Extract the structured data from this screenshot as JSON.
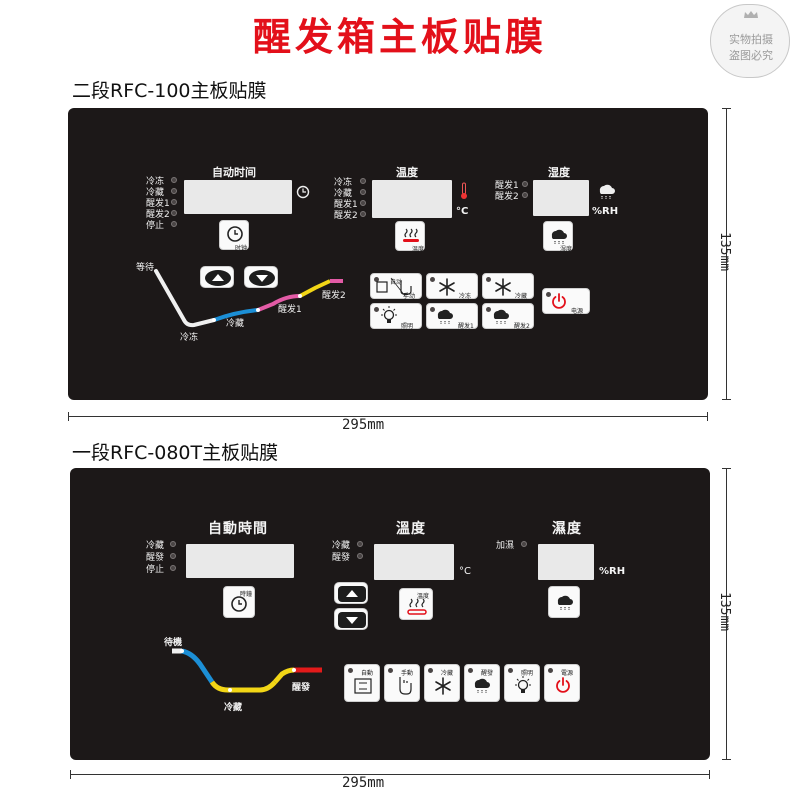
{
  "title": "醒发箱主板贴膜",
  "stamp": {
    "line1": "实物拍摄",
    "line2": "盗图必究"
  },
  "panel1": {
    "section_title": "二段RFC-100主板贴膜",
    "width_label": "295mm",
    "height_label": "135mm",
    "time_header": "自动时间",
    "status_leds": [
      "冷冻",
      "冷藏",
      "醒发1",
      "醒发2",
      "停止"
    ],
    "temp_header": "温度",
    "temp_leds": [
      "冷冻",
      "冷藏",
      "醒发1",
      "醒发2"
    ],
    "temp_unit": "°C",
    "humid_header": "湿度",
    "humid_leds": [
      "醒发1",
      "醒发2"
    ],
    "humid_unit": "%RH",
    "clock_key_label": "时钟",
    "heat_key_label": "温度",
    "humid_key_label": "湿度",
    "function_keys": [
      {
        "label": "自动",
        "sub": "手动",
        "icon": "auto-manual-icon"
      },
      {
        "label": "冷冻",
        "icon": "snowflake-icon"
      },
      {
        "label": "冷藏",
        "icon": "snowflake-icon"
      },
      {
        "label": "照明",
        "icon": "light-bulb-icon"
      },
      {
        "label": "醒发1",
        "icon": "steam-cloud-icon"
      },
      {
        "label": "醒发2",
        "icon": "steam-cloud-icon"
      }
    ],
    "power_label": "电源",
    "path_labels": {
      "standby": "等待",
      "freeze": "冷冻",
      "chill": "冷藏",
      "proof1": "醒发1",
      "proof2": "醒发2"
    }
  },
  "panel2": {
    "section_title": "一段RFC-080T主板贴膜",
    "width_label": "295mm",
    "height_label": "135mm",
    "time_header": "自動時間",
    "status_leds": [
      "冷藏",
      "醒發",
      "停止"
    ],
    "temp_header": "溫度",
    "temp_leds": [
      "冷藏",
      "醒發"
    ],
    "temp_unit": "°C",
    "humid_header": "濕度",
    "humid_leds": [
      "加濕"
    ],
    "humid_unit": "%RH",
    "clock_key_label": "時鐘",
    "heat_key_label": "溫度",
    "function_keys": [
      {
        "label": "自動",
        "icon": "auto-cycle-icon"
      },
      {
        "label": "手動",
        "icon": "hand-pointer-icon"
      },
      {
        "label": "冷藏",
        "icon": "snowflake-icon"
      },
      {
        "label": "醒發",
        "icon": "steam-cloud-icon"
      },
      {
        "label": "照明",
        "icon": "light-bulb-icon"
      },
      {
        "label": "電源",
        "icon": "power-icon"
      }
    ],
    "path_labels": {
      "standby": "待機",
      "chill": "冷藏",
      "proof": "醒發"
    }
  },
  "colors": {
    "title_red": "#e3101a",
    "panel": "#1c1818",
    "path_blue": "#1c8fd6",
    "path_yellow": "#f2d616",
    "path_pink": "#e35ba6",
    "path_red": "#e31a1a",
    "power_red": "#e3101a"
  }
}
